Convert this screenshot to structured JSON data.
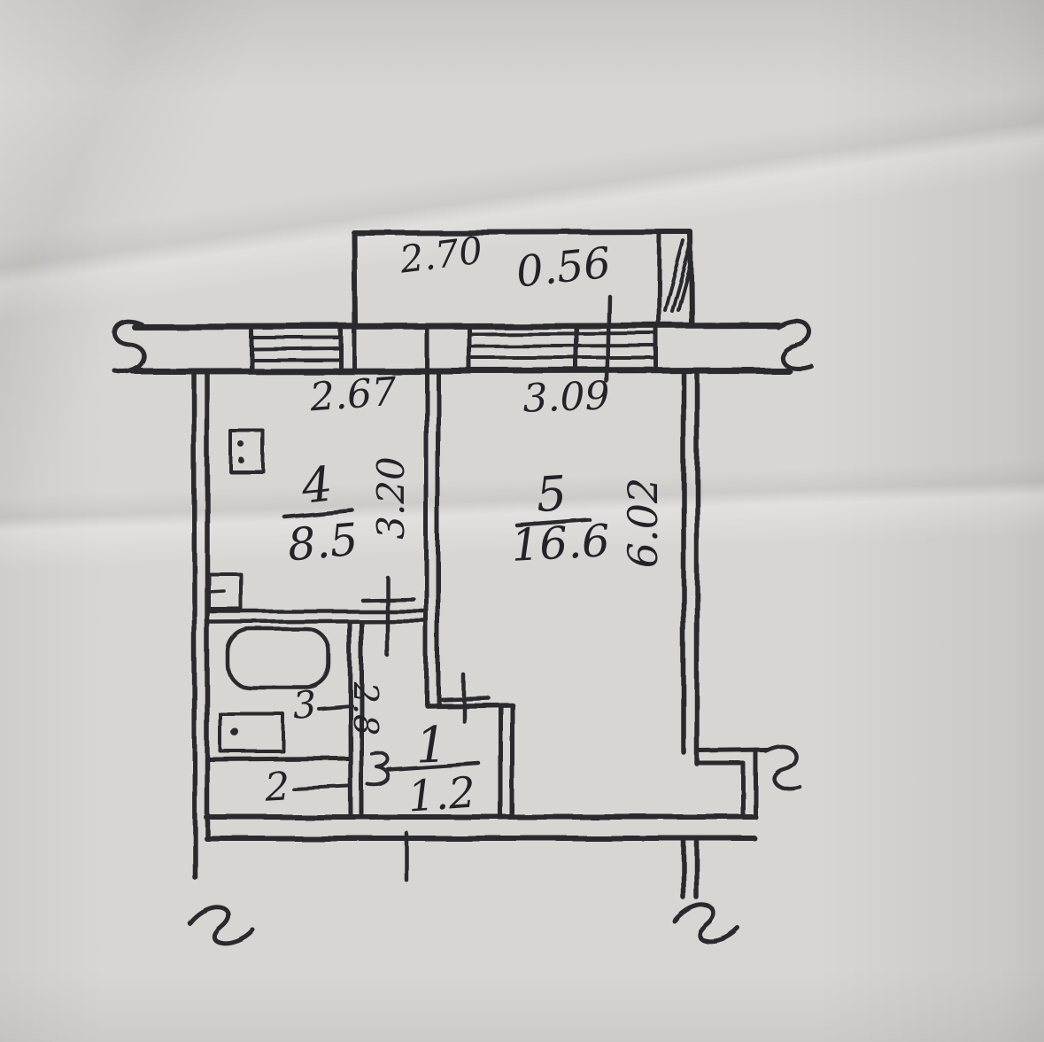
{
  "colors": {
    "paper": "#d8d6d3",
    "ink": "#2b2a2e",
    "text_ink": "#232228"
  },
  "plan": {
    "balcony": {
      "width_dim": "2.70",
      "depth_dim": "0.56"
    },
    "dims": {
      "room4_width": "2.67",
      "room5_width": "3.09",
      "room4_depth": "3.20",
      "room5_depth": "6.02",
      "partition": "2.8"
    },
    "rooms": {
      "room4": {
        "number": "4",
        "area": "8.5"
      },
      "room5": {
        "number": "5",
        "area": "16.6"
      },
      "room3": {
        "number": "3"
      },
      "room2": {
        "number": "2"
      },
      "room1": {
        "number": "1",
        "area": "1.2"
      }
    }
  }
}
